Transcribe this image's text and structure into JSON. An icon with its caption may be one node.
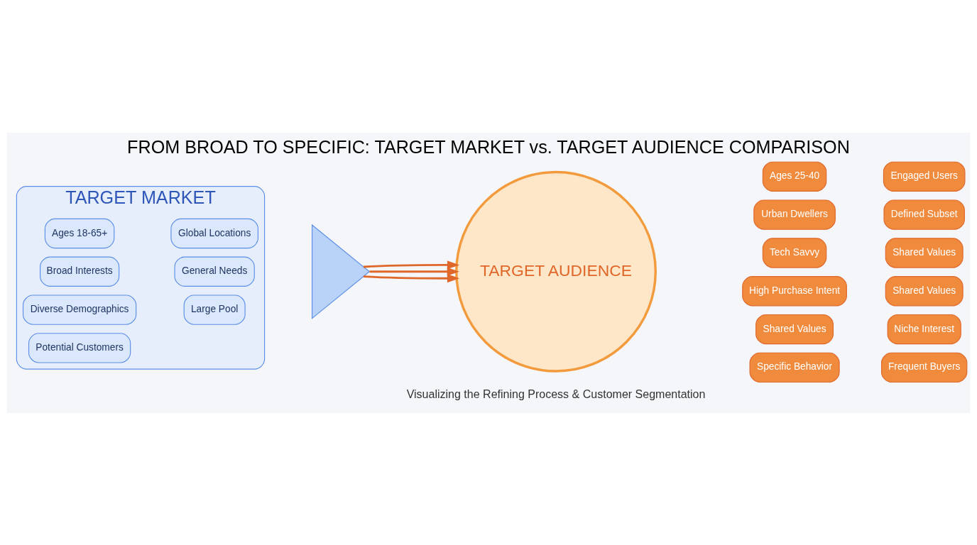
{
  "diagram": {
    "title": "FROM BROAD TO SPECIFIC: TARGET MARKET vs. TARGET AUDIENCE COMPARISON",
    "caption": "Visualizing the Refining Process & Customer Segmentation",
    "nodes": [
      {
        "text": [
          "TARGET MARKET"
        ]
      },
      {
        "text": [
          "Ages 18-65+"
        ],
        "in": 0
      },
      {
        "text": [
          "Global Locations"
        ],
        "in": 0
      },
      {
        "text": [
          "Broad Interests"
        ],
        "in": 0
      },
      {
        "text": [
          "General Needs"
        ],
        "in": 0
      },
      {
        "text": [
          "Diverse Demographics"
        ],
        "in": 0
      },
      {
        "text": [
          "Large Pool"
        ],
        "in": 0
      },
      {
        "text": [
          "Potential Customers"
        ],
        "in": 0
      },
      {
        "text": [],
        "shape": "cone"
      },
      {
        "text": [
          "TARGET AUDIENCE"
        ]
      },
      {
        "text": [
          "Ages 25-40"
        ]
      },
      {
        "text": [
          "Urban Dwellers"
        ]
      },
      {
        "text": [
          "Tech Savvy"
        ]
      },
      {
        "text": [
          "High Purchase Intent"
        ]
      },
      {
        "text": [
          "Shared Values"
        ]
      },
      {
        "text": [
          "Specific Behavior"
        ]
      },
      {
        "text": [
          "Engaged Users"
        ]
      },
      {
        "text": [
          "Defined Subset"
        ]
      },
      {
        "text": [
          "Shared Values"
        ]
      },
      {
        "text": [
          "Shared Values"
        ]
      },
      {
        "text": [
          "Niche Interest"
        ]
      },
      {
        "text": [
          "Frequent Buyers"
        ]
      }
    ],
    "edges": [
      {
        "from": 8,
        "to": 9,
        "arrow": "to"
      },
      {
        "from": 8,
        "to": 9,
        "arrow": "to"
      },
      {
        "from": 8,
        "to": 9,
        "arrow": "to"
      }
    ]
  }
}
